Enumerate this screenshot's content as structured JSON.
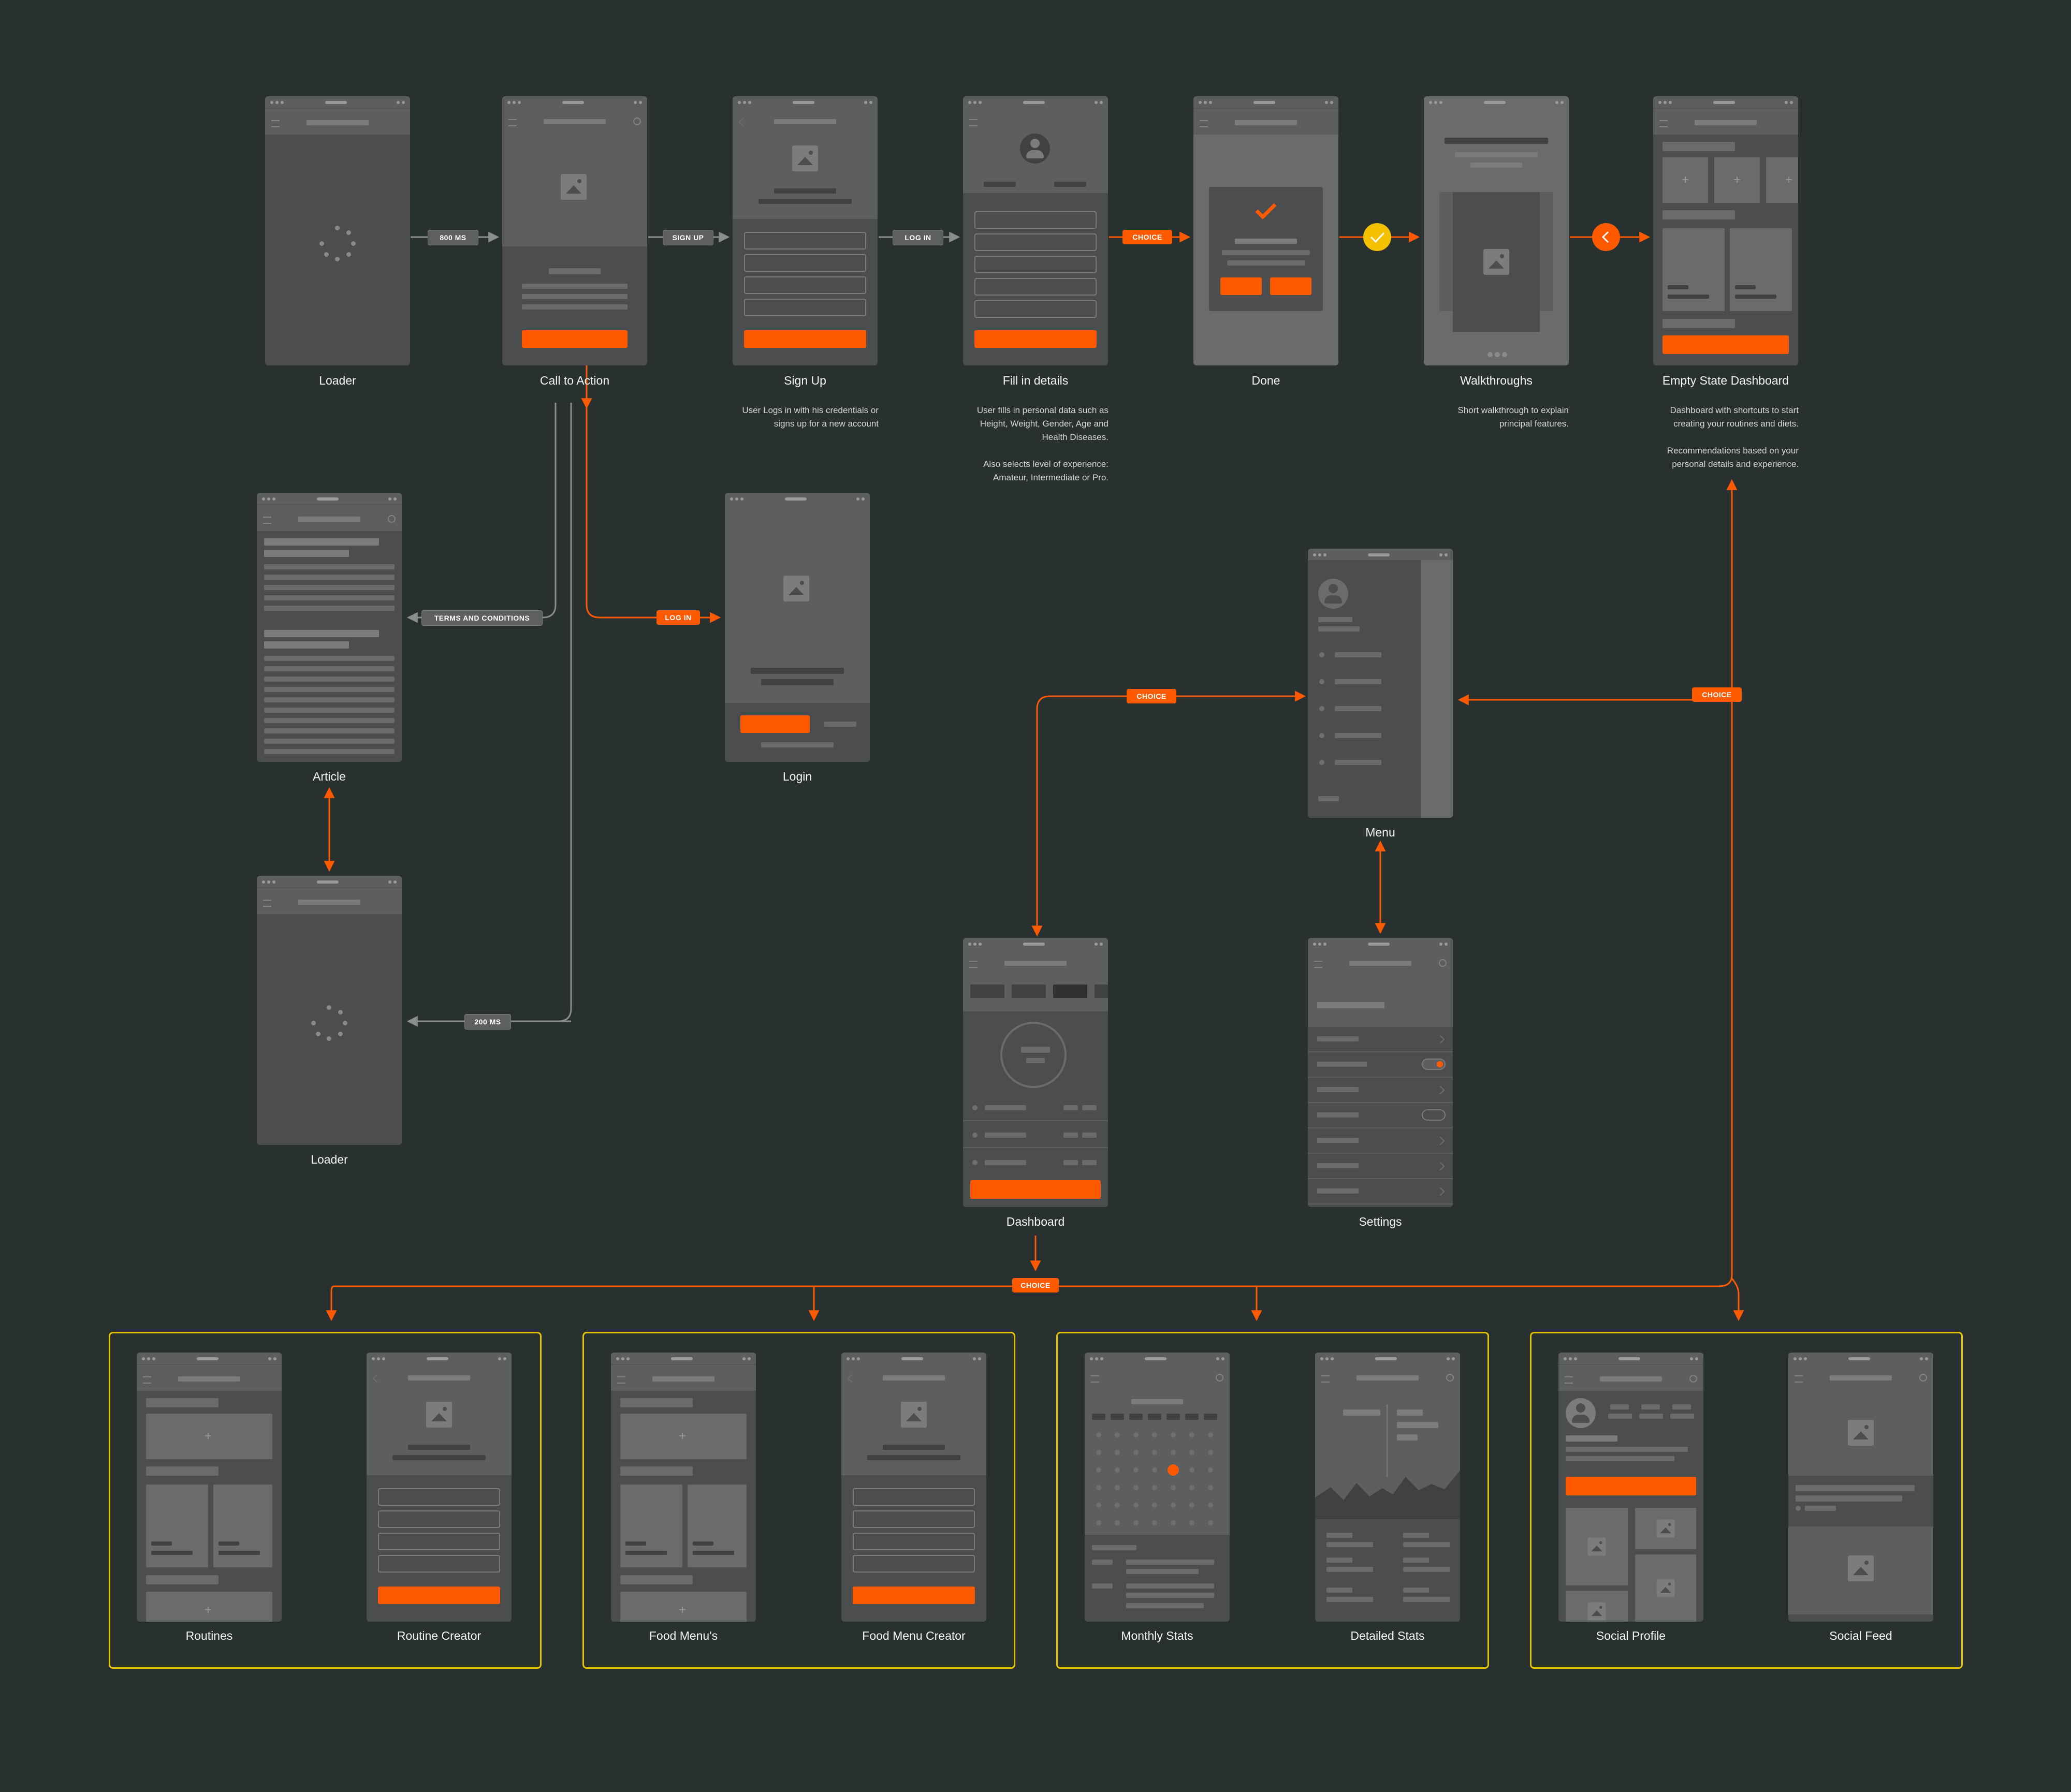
{
  "colors": {
    "background": "#283030",
    "screen": "#4b4d4f",
    "accent": "#ff5a00",
    "group_border": "#e4c200",
    "connector_gray": "#8a8c8d"
  },
  "screens": {
    "loader_top": "Loader",
    "call_to_action": "Call to Action",
    "sign_up": "Sign Up",
    "fill_in_details": "Fill in details",
    "done": "Done",
    "walkthroughs": "Walkthroughs",
    "empty_state_dashboard": "Empty State Dashboard",
    "article": "Article",
    "login": "Login",
    "menu": "Menu",
    "loader_bottom": "Loader",
    "dashboard": "Dashboard",
    "settings": "Settings",
    "routines": "Routines",
    "routine_creator": "Routine Creator",
    "food_menus": "Food Menu's",
    "food_menu_creator": "Food Menu Creator",
    "monthly_stats": "Monthly Stats",
    "detailed_stats": "Detailed Stats",
    "social_profile": "Social Profile",
    "social_feed": "Social Feed"
  },
  "notes": {
    "sign_up": [
      "User Logs in with his credentials or",
      "signs up for a new account"
    ],
    "fill_in_details": [
      "User fills in personal data such as",
      "Height, Weight, Gender, Age  and",
      "Health Diseases.",
      "",
      "Also selects level of experience:",
      "Amateur, Intermediate or Pro."
    ],
    "walkthroughs": [
      "Short walkthrough to explain",
      "principal features."
    ],
    "empty_state_dashboard": [
      "Dashboard with shortcuts to start",
      "creating your routines and diets.",
      "",
      "Recommendations based on your",
      "personal details and experience."
    ]
  },
  "transitions": {
    "t800": "800 MS",
    "sign_up": "SIGN UP",
    "log_in": "LOG IN",
    "choice_details": "CHOICE",
    "terms": "TERMS AND CONDITIONS",
    "log_in_login": "LOG IN",
    "choice_menu": "CHOICE",
    "choice_dashboard_menu": "CHOICE",
    "t200": "200 MS",
    "choice_sections": "CHOICE"
  },
  "icons": [
    "hamburger-icon",
    "search-icon",
    "back-icon",
    "image-icon",
    "avatar-icon",
    "check-icon",
    "plus-icon",
    "toggle-icon",
    "spinner-icon",
    "chevron-right-icon",
    "checkmark-circle-icon",
    "back-circle-icon"
  ]
}
